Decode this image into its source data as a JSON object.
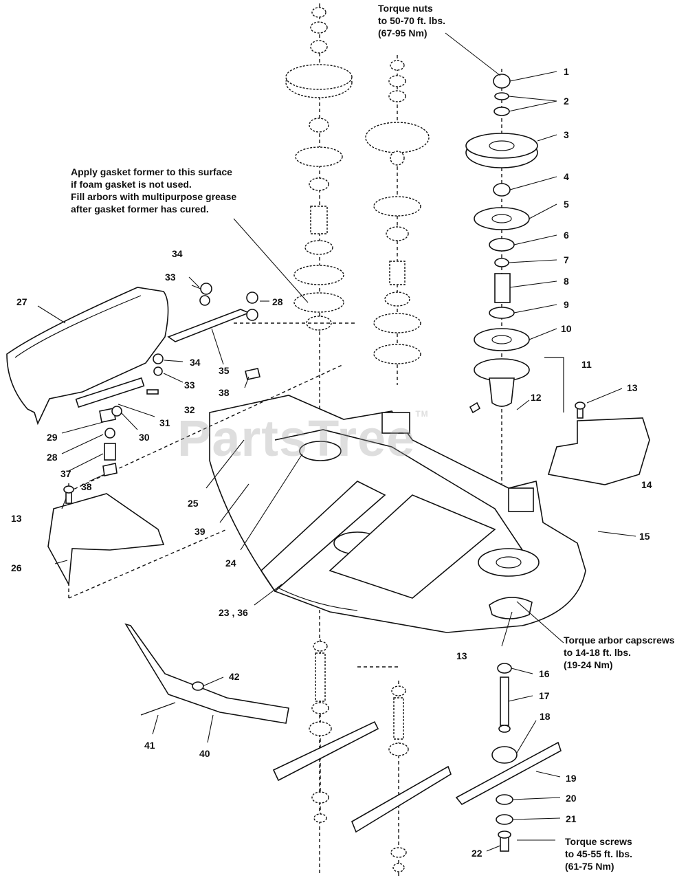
{
  "watermark": {
    "text": "PartsTree",
    "tm": "TM"
  },
  "notes": {
    "torque_nuts": [
      "Torque nuts",
      "to 50-70 ft. lbs.",
      "(67-95 Nm)"
    ],
    "gasket": [
      "Apply gasket former to this surface",
      "if foam gasket is not used.",
      "Fill arbors with multipurpose grease",
      "after gasket former has cured."
    ],
    "arbor_capscrews": [
      "Torque arbor capscrews",
      "to 14-18 ft. lbs.",
      "(19-24 Nm)"
    ],
    "torque_screws": [
      "Torque screws",
      "to 45-55 ft. lbs.",
      "(61-75 Nm)"
    ]
  },
  "callouts": [
    "1",
    "2",
    "3",
    "4",
    "5",
    "6",
    "7",
    "8",
    "9",
    "10",
    "11",
    "12",
    "13",
    "13",
    "13",
    "13",
    "14",
    "15",
    "16",
    "17",
    "18",
    "19",
    "20",
    "21",
    "22",
    "23 , 36",
    "24",
    "25",
    "26",
    "27",
    "28",
    "28",
    "29",
    "30",
    "31",
    "32",
    "33",
    "33",
    "34",
    "34",
    "35",
    "37",
    "38",
    "38",
    "39",
    "40",
    "41",
    "42"
  ]
}
